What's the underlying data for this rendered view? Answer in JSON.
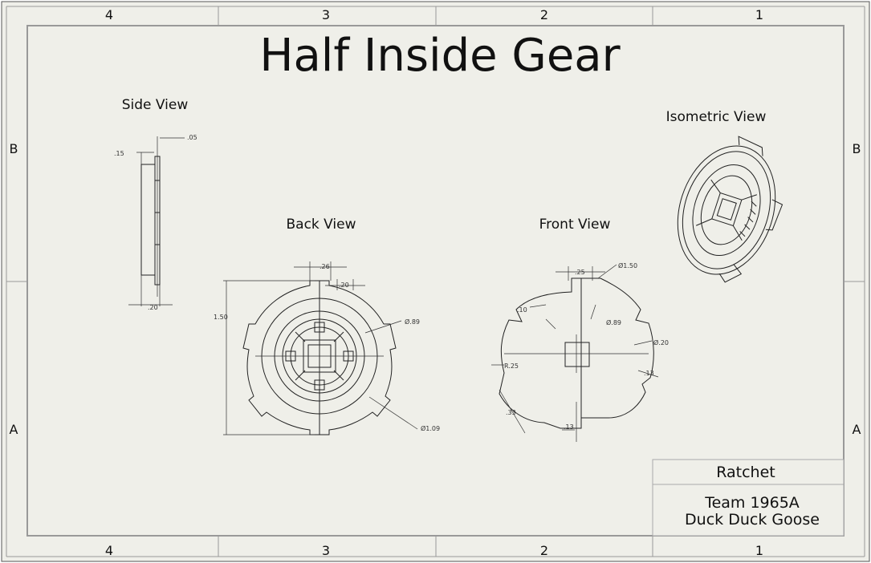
{
  "title": "Half Inside Gear",
  "zone_labels": {
    "columns": [
      "4",
      "3",
      "2",
      "1"
    ],
    "rows": [
      "B",
      "A"
    ]
  },
  "views": {
    "side": {
      "label": "Side View",
      "dims": {
        "thickness_a": ".15",
        "thickness_b": ".05",
        "width": ".20"
      }
    },
    "back": {
      "label": "Back View",
      "dims": {
        "top_a": ".26",
        "top_b": ".20",
        "height": "1.50",
        "dia_inner": "Ø.89",
        "dia_outer": "Ø1.09"
      }
    },
    "front": {
      "label": "Front View",
      "dims": {
        "dia_outer": "Ø1.50",
        "width_top": ".25",
        "dim_10": ".10",
        "dia_mid": "Ø.89",
        "dia_hole": "Ø.20",
        "radius": "R.25",
        "dim_13_right": ".13",
        "dim_33": ".33",
        "dim_13_bottom": ".13"
      }
    },
    "isometric": {
      "label": "Isometric View"
    }
  },
  "title_block": {
    "part_name": "Ratchet",
    "team": "Team 1965A",
    "team_name": "Duck Duck Goose"
  },
  "colors": {
    "background": "#ffffff",
    "sheet": "#efefe9",
    "line": "#222222"
  }
}
